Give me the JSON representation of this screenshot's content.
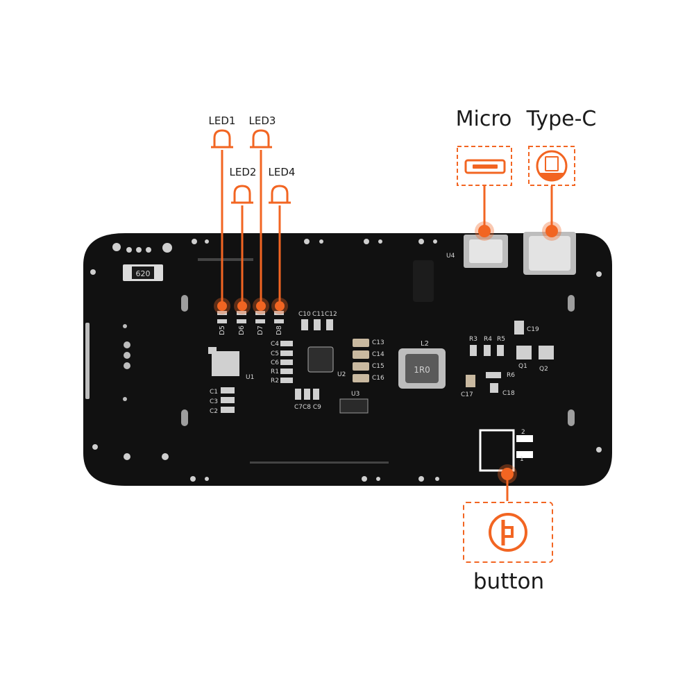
{
  "labels": {
    "led1": "LED1",
    "led2": "LED2",
    "led3": "LED3",
    "led4": "LED4",
    "micro": "Micro",
    "type_c": "Type-C",
    "button": "button"
  },
  "silkscreen": {
    "r620": "620",
    "d5": "D5",
    "d6": "D6",
    "d7": "D7",
    "d8": "D8",
    "c10": "C10",
    "c11": "C11",
    "c12": "C12",
    "c4": "C4",
    "c5": "C5",
    "c6": "C6",
    "r1": "R1",
    "r2": "R2",
    "u1": "U1",
    "u2": "U2",
    "u3": "U3",
    "c1": "C1",
    "c3": "C3",
    "c2": "C2",
    "c7c8c9": "C7C8 C9",
    "c13": "C13",
    "c14": "C14",
    "c15": "C15",
    "c16": "C16",
    "l2": "L2",
    "r1r0": "1R0",
    "u4": "U4",
    "r3": "R3",
    "r4": "R4",
    "r5": "R5",
    "r6": "R6",
    "c19": "C19",
    "q1": "Q1",
    "q2": "Q2",
    "c17": "C17",
    "c18": "C18",
    "sw1": "1",
    "sw2": "2"
  },
  "colors": {
    "accent": "#f26522",
    "pcb": "#111111",
    "silk": "#d8d8d8"
  },
  "icons": [
    "led-icon",
    "micro-usb-icon",
    "type-c-icon",
    "power-button-icon"
  ]
}
